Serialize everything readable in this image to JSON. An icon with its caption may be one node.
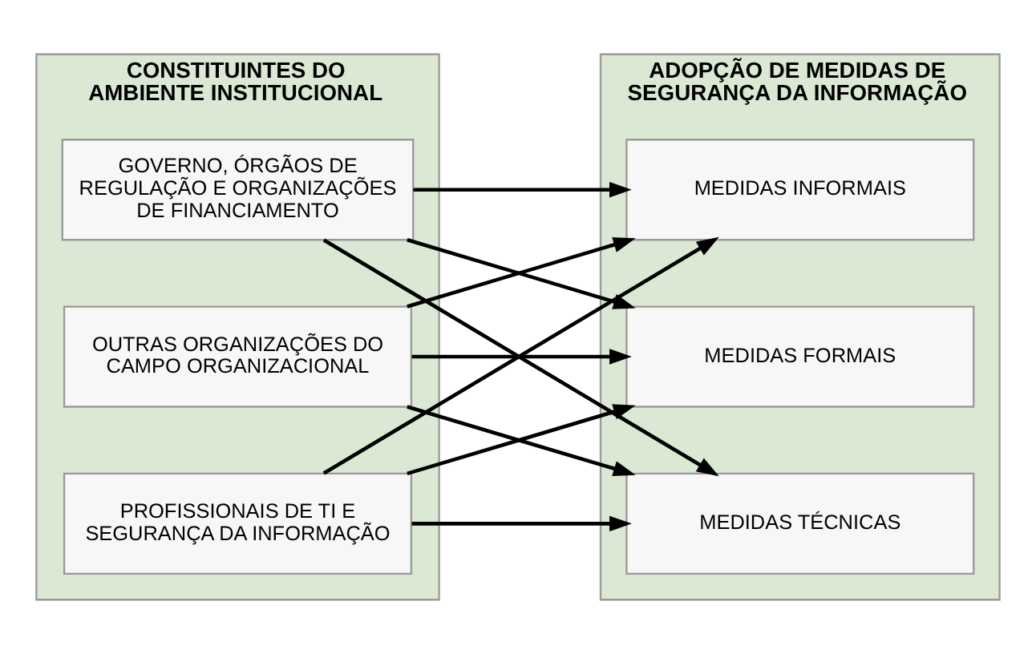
{
  "diagram": {
    "nodes": [
      {
        "text": [
          "CONSTITUINTES DO AMBIENTE INSTITUCIONAL"
        ]
      },
      {
        "text": [
          "GOVERNO, ÓRGÃOS DE REGULAÇÃO E ORGANIZAÇÕES DE FINANCIAMENTO"
        ],
        "in": 0
      },
      {
        "text": [
          "PROFISSIONAIS DE TI E SEGURANÇA DA INFORMAÇÃO"
        ],
        "in": 0
      },
      {
        "text": [
          "OUTRAS ORGANIZAÇÕES DO CAMPO ORGANIZACIONAL"
        ],
        "in": 0
      },
      {
        "text": [
          "ADOPÇÃO DE MEDIDAS DE SEGURANÇA DA INFORMAÇÃO"
        ]
      },
      {
        "text": [
          "MEDIDAS FORMAIS"
        ],
        "in": 4
      },
      {
        "text": [
          "MEDIDAS INFORMAIS"
        ],
        "in": 4
      },
      {
        "text": [
          "MEDIDAS TÉCNICAS"
        ],
        "in": 4
      }
    ],
    "edges": [
      {
        "from": 1,
        "to": 5,
        "arrow": "to"
      },
      {
        "from": 1,
        "to": 6,
        "arrow": "to"
      },
      {
        "from": 1,
        "to": 7,
        "arrow": "to"
      },
      {
        "from": 2,
        "to": 5,
        "arrow": "to"
      },
      {
        "from": 2,
        "to": 6,
        "arrow": "to"
      },
      {
        "from": 2,
        "to": 7,
        "arrow": "to"
      },
      {
        "from": 3,
        "to": 5,
        "arrow": "to"
      },
      {
        "from": 3,
        "to": 6,
        "arrow": "to"
      },
      {
        "from": 3,
        "to": 7,
        "arrow": "to"
      }
    ]
  }
}
